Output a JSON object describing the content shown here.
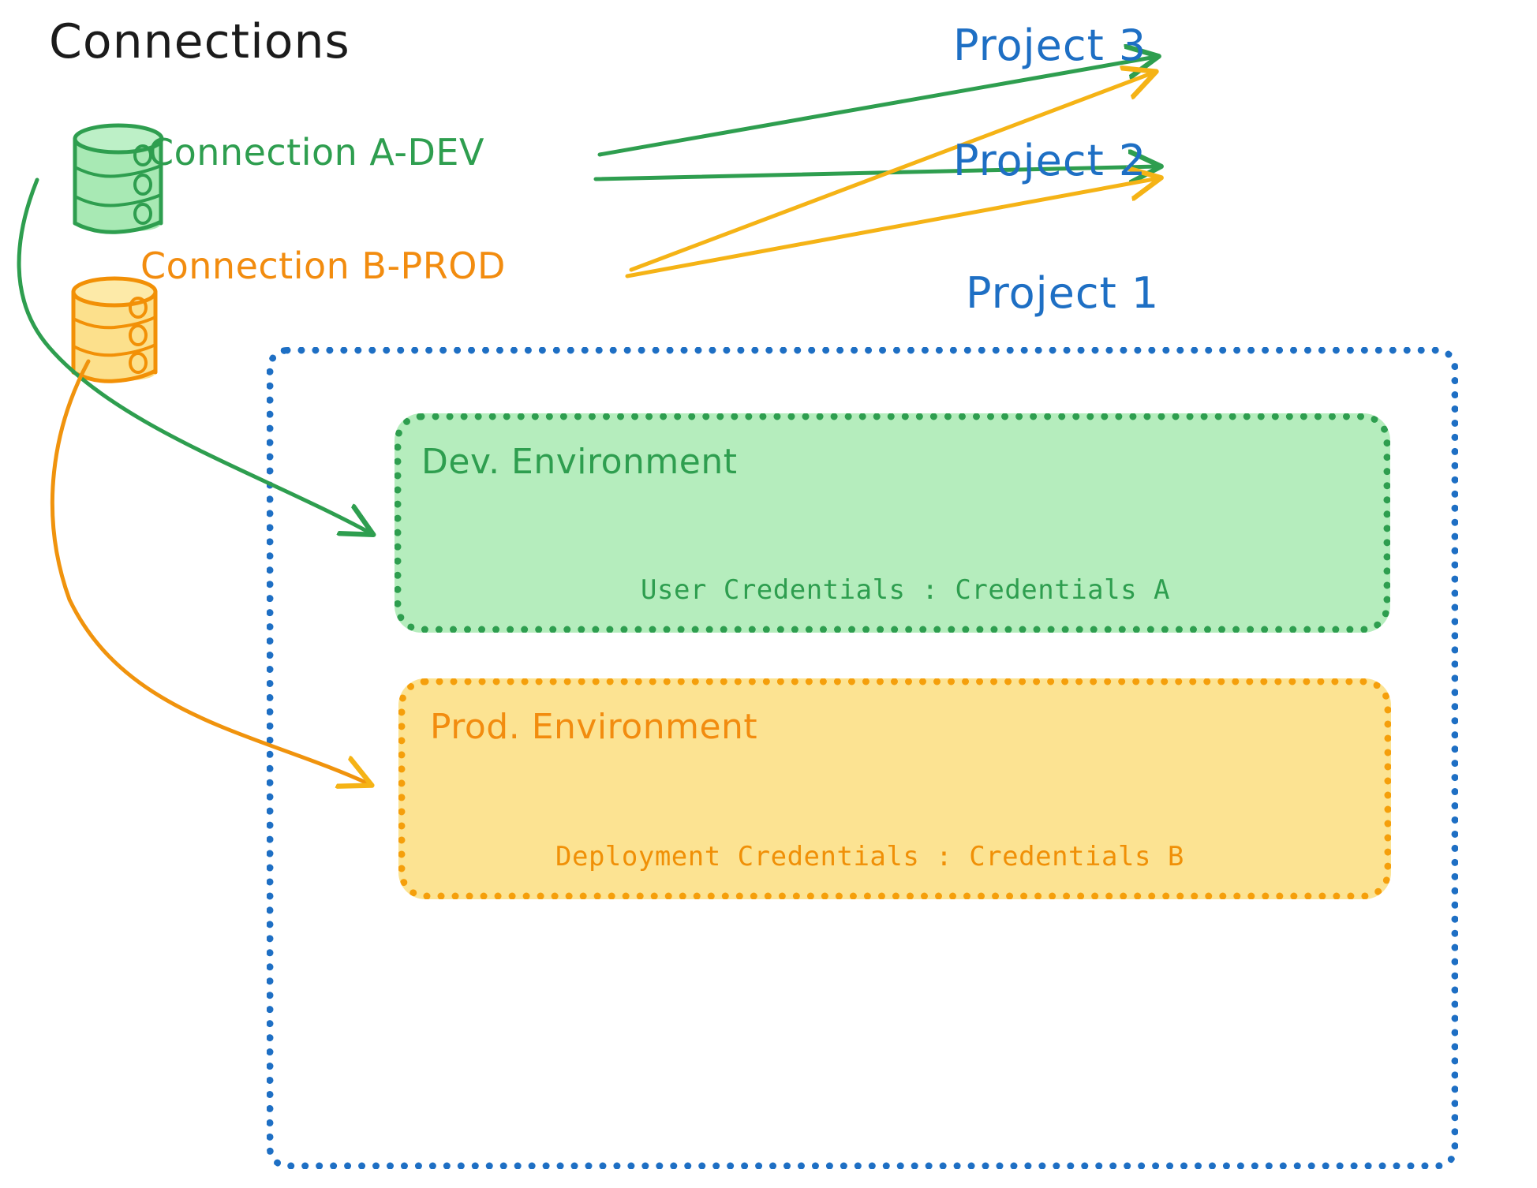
{
  "diagram": {
    "title": "Connections",
    "background": "#ffffff",
    "colors": {
      "green_stroke": "#2E9E4F",
      "green_fill": "#B5EDBD",
      "orange_stroke": "#F59F0B",
      "orange_fill": "#FCE392",
      "blue_stroke": "#1E6FC4",
      "title_color": "#1b1b1b"
    }
  },
  "connections": [
    {
      "id": "a-dev",
      "label": "Connection A-DEV",
      "icon": "database-cylinder-icon",
      "color": "#2E9E4F",
      "targets": [
        "Project 3",
        "Project 2",
        "Dev. Environment"
      ]
    },
    {
      "id": "b-prod",
      "label": "Connection B-PROD",
      "icon": "database-cylinder-icon",
      "color": "#F59F0B",
      "targets": [
        "Project 3",
        "Project 2",
        "Prod. Environment"
      ]
    }
  ],
  "projects": [
    {
      "id": "project3",
      "label": "Project 3"
    },
    {
      "id": "project2",
      "label": "Project 2"
    },
    {
      "id": "project1",
      "label": "Project 1"
    }
  ],
  "project1": {
    "label": "Project 1",
    "environments": [
      {
        "id": "dev",
        "title": "Dev. Environment",
        "credentials_label": "User Credentials",
        "credentials_separator": ":",
        "credentials_value": "Credentials A",
        "credentials_line": "User Credentials : Credentials A",
        "color": "#2E9E4F",
        "fill": "#B5EDBD"
      },
      {
        "id": "prod",
        "title": "Prod. Environment",
        "credentials_label": "Deployment Credentials",
        "credentials_separator": ":",
        "credentials_value": "Credentials B",
        "credentials_line": "Deployment Credentials : Credentials B",
        "color": "#F59F0B",
        "fill": "#FCE392"
      }
    ]
  }
}
